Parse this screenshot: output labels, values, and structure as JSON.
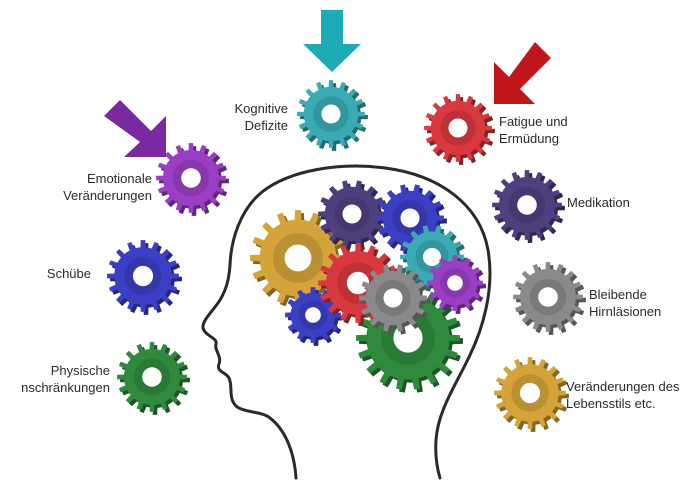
{
  "labels": {
    "kognitive": [
      "Kognitive",
      "Defizite"
    ],
    "fatigue": [
      "Fatigue und",
      "Ermüdung"
    ],
    "emotionale": [
      "Emotionale",
      "Veränderungen"
    ],
    "medikation": [
      "Medikation"
    ],
    "schuebe": [
      "Schübe"
    ],
    "bleibende": [
      "Bleibende",
      "Hirnläsionen"
    ],
    "physische": [
      "Physische",
      "nschränkungen"
    ],
    "lebensstil": [
      "Veränderungen des",
      "Lebensstils etc."
    ]
  },
  "colors": {
    "teal": "#3aabb5",
    "red": "#d8393f",
    "purple": "#9a3fc4",
    "dark_purple": "#4f3f7f",
    "blue": "#3b3fc4",
    "gray": "#8a8a8a",
    "green": "#2f8a3e",
    "gold": "#d4a43a",
    "arrow_teal": "#1faab8",
    "arrow_red": "#c0151b",
    "arrow_purple": "#7a2aa0",
    "outline": "#2a2a2a"
  },
  "icons": [
    "gear-icon",
    "arrow-down-icon",
    "head-silhouette"
  ]
}
